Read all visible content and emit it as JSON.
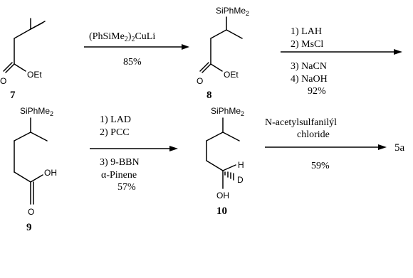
{
  "compounds": {
    "c7": {
      "number": "7",
      "oet": "OEt",
      "o": "O"
    },
    "c8": {
      "number": "8",
      "si_main": "SiPhMe",
      "si_sub": "2",
      "oet": "OEt",
      "o": "O"
    },
    "c9": {
      "number": "9",
      "si_main": "SiPhMe",
      "si_sub": "2",
      "oh": "OH",
      "o": "O"
    },
    "c10": {
      "number": "10",
      "si_main": "SiPhMe",
      "si_sub": "2",
      "oh": "OH",
      "h": "H",
      "d": "D"
    },
    "product": "5a"
  },
  "arrows": {
    "a1": {
      "reagent_pre": "(PhSiMe",
      "reagent_sub1": "2",
      "reagent_post": ")",
      "reagent_sub2": "2",
      "reagent_end": "CuLi",
      "yield": "85%"
    },
    "a2": {
      "step1": "1) LAH",
      "step2": "2) MsCl",
      "step3": "3) NaCN",
      "step4": "4) NaOH",
      "yield": "92%"
    },
    "a3": {
      "step1": "1) LAD",
      "step2": "2) PCC",
      "step3": "3) 9-BBN",
      "step4": "α-Pinene",
      "yield": "57%"
    },
    "a4": {
      "line1": "N-acetylsulfanilýl",
      "line2": "chloride",
      "yield": "59%"
    }
  }
}
